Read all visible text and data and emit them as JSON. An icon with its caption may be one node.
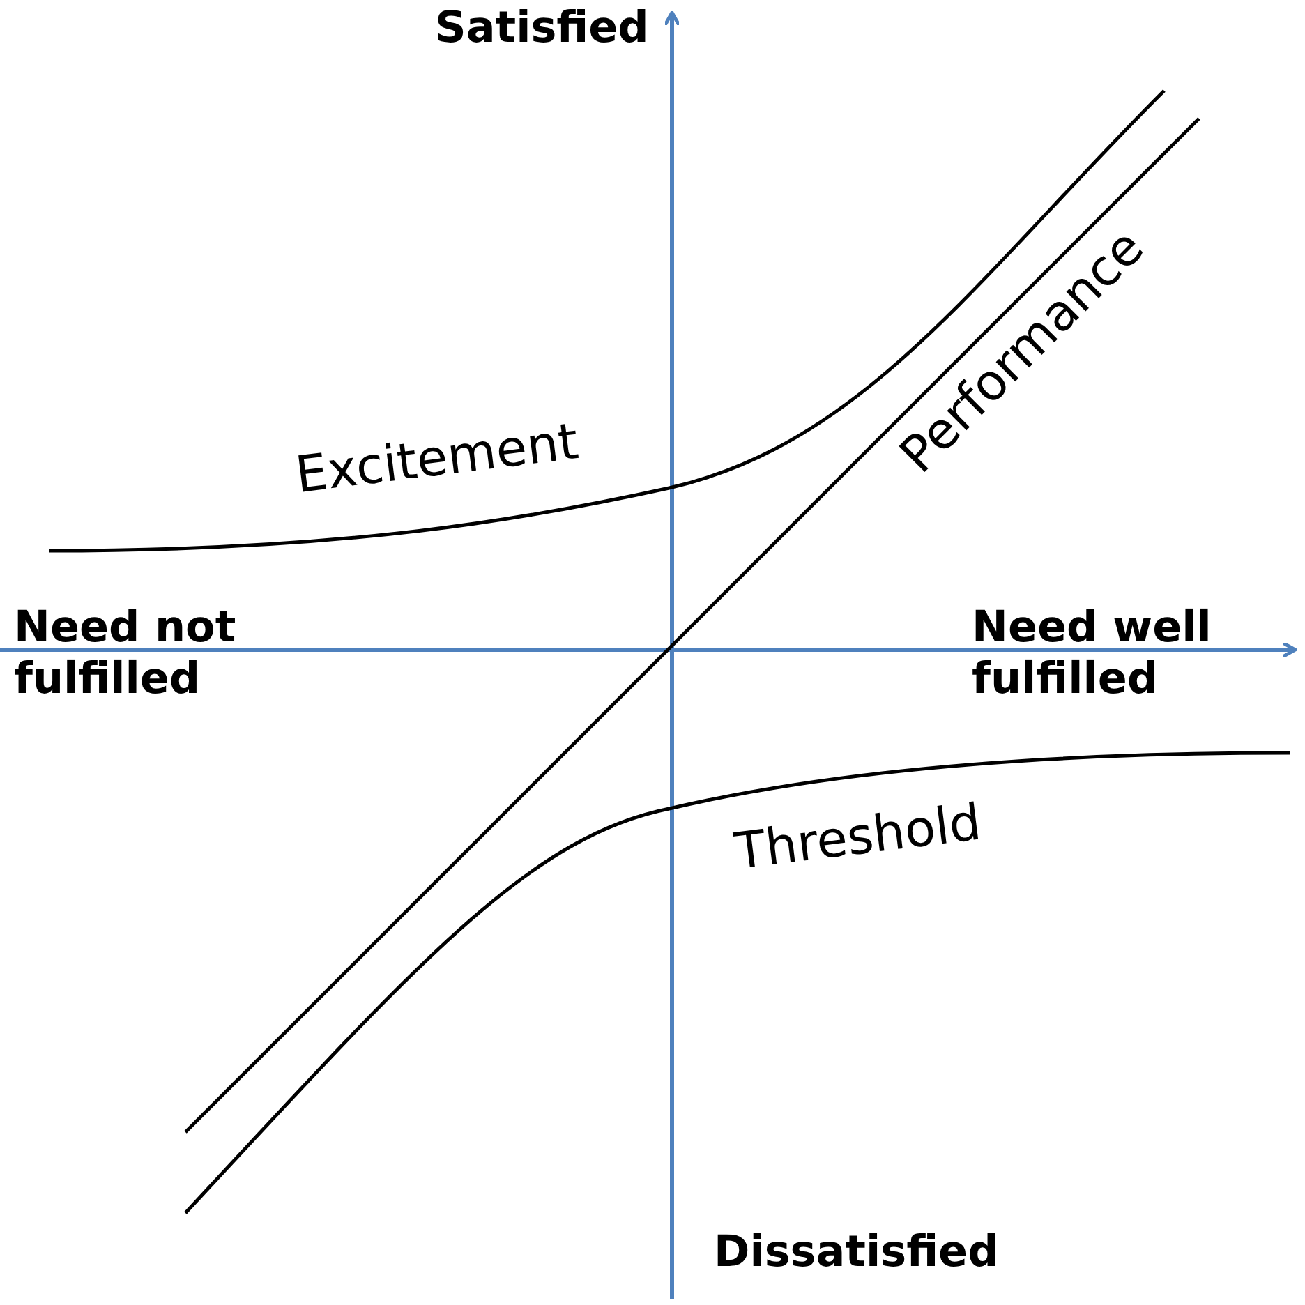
{
  "diagram": {
    "labels": [
      "Satisfied",
      "Performance",
      "Excitement",
      "Need not fulfilled",
      "Need well fulfilled",
      "Threshold",
      "Dissatisfied"
    ]
  }
}
